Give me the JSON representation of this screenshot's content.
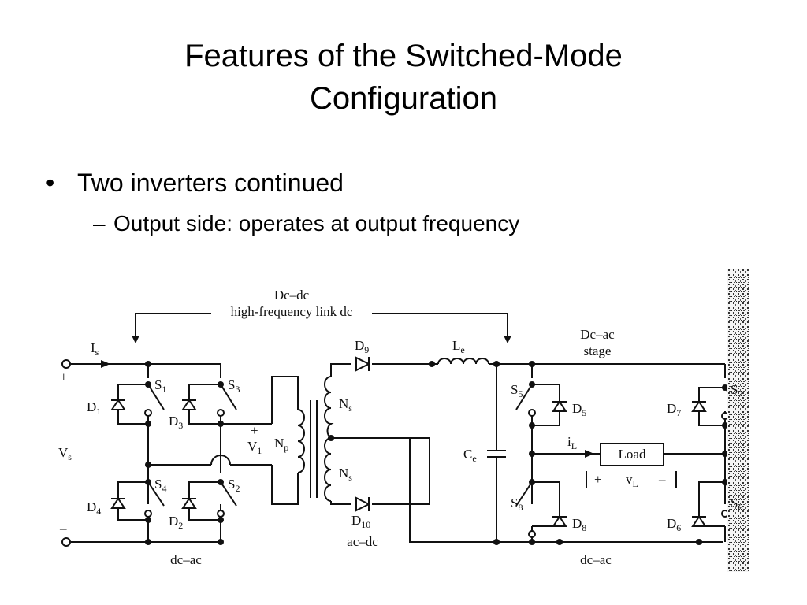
{
  "slide": {
    "title_line1": "Features of the Switched-Mode",
    "title_line2": "Configuration",
    "bullet_marker": "•",
    "bullet": "Two inverters continued",
    "sub_marker": "–",
    "sub_bullet": "Output side: operates at output frequency"
  },
  "diagram": {
    "link_label_line1": "Dc–dc",
    "link_label_line2": "high-frequency link dc",
    "stage_label_line1": "Dc–ac",
    "stage_label_line2": "stage",
    "input_current": "I",
    "input_current_sub": "s",
    "input_voltage": "V",
    "input_voltage_sub": "s",
    "plus": "+",
    "minus": "–",
    "switches": {
      "S1": {
        "main": "S",
        "sub": "1"
      },
      "S2": {
        "main": "S",
        "sub": "2"
      },
      "S3": {
        "main": "S",
        "sub": "3"
      },
      "S4": {
        "main": "S",
        "sub": "4"
      },
      "S5": {
        "main": "S",
        "sub": "5"
      },
      "S6": {
        "main": "S",
        "sub": "6"
      },
      "S7": {
        "main": "S",
        "sub": "7"
      },
      "S8": {
        "main": "S",
        "sub": "8"
      }
    },
    "diodes": {
      "D1": {
        "main": "D",
        "sub": "1"
      },
      "D2": {
        "main": "D",
        "sub": "2"
      },
      "D3": {
        "main": "D",
        "sub": "3"
      },
      "D4": {
        "main": "D",
        "sub": "4"
      },
      "D5": {
        "main": "D",
        "sub": "5"
      },
      "D6": {
        "main": "D",
        "sub": "6"
      },
      "D7": {
        "main": "D",
        "sub": "7"
      },
      "D8": {
        "main": "D",
        "sub": "8"
      },
      "D9": {
        "main": "D",
        "sub": "9"
      },
      "D10": {
        "main": "D",
        "sub": "10"
      }
    },
    "primary_voltage": "V",
    "primary_voltage_sub": "1",
    "primary_winding": "N",
    "primary_winding_sub": "p",
    "secondary_winding": "N",
    "secondary_winding_sub": "s",
    "inductor": "L",
    "inductor_sub": "e",
    "capacitor": "C",
    "capacitor_sub": "e",
    "load_current": "i",
    "load_current_sub": "L",
    "load_label": "Load",
    "load_voltage": "v",
    "load_voltage_sub": "L",
    "left_stage_label": "dc–ac",
    "middle_stage_label": "ac–dc",
    "right_stage_label": "dc–ac"
  }
}
